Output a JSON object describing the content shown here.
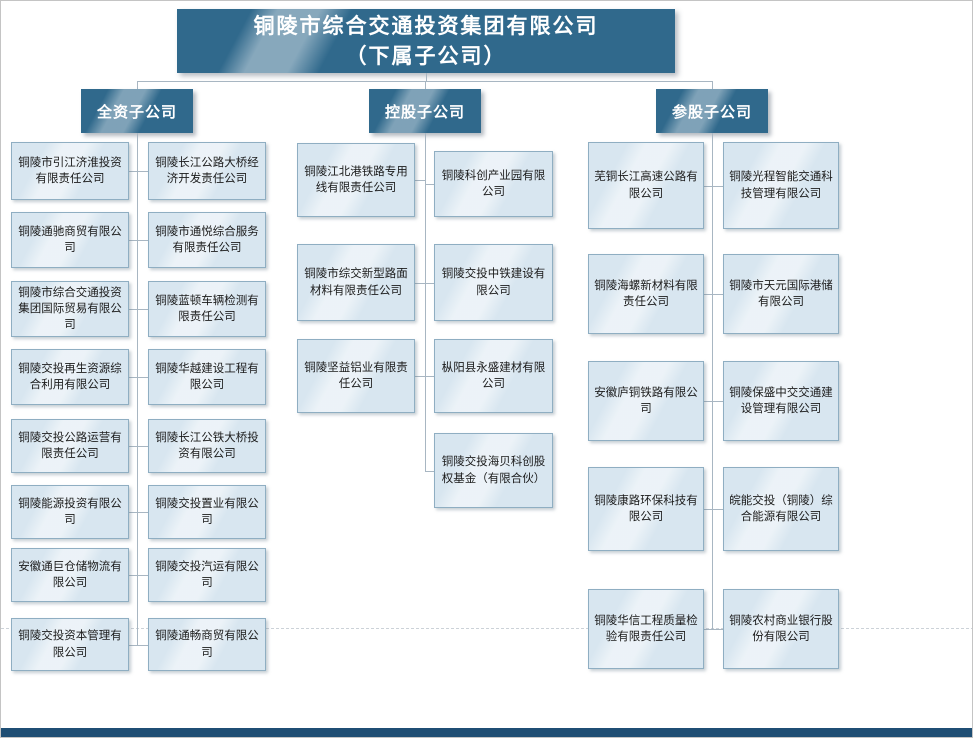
{
  "title": {
    "line1": "铜陵市综合交通投资集团有限公司",
    "line2": "（下属子公司）"
  },
  "groups": [
    {
      "label": "全资子公司",
      "columns": [
        [
          "铜陵市引江济淮投资有限责任公司",
          "铜陵通驰商贸有限公司",
          "铜陵市综合交通投资集团国际贸易有限公司",
          "铜陵交投再生资源综合利用有限公司",
          "铜陵交投公路运营有限责任公司",
          "铜陵能源投资有限公司",
          "安徽通巨仓储物流有限公司",
          "铜陵交投资本管理有限公司"
        ],
        [
          "铜陵长江公路大桥经济开发责任公司",
          "铜陵市通悦综合服务有限责任公司",
          "铜陵蓝顿车辆检测有限责任公司",
          "铜陵华越建设工程有限公司",
          "铜陵长江公铁大桥投资有限公司",
          "铜陵交投置业有限公司",
          "铜陵交投汽运有限公司",
          "铜陵通畅商贸有限公司"
        ]
      ]
    },
    {
      "label": "控股子公司",
      "columns": [
        [
          "铜陵江北港铁路专用线有限责任公司",
          "铜陵市综交新型路面材料有限责任公司",
          "铜陵坚益铝业有限责任公司"
        ],
        [
          "铜陵科创产业园有限公司",
          "铜陵交投中铁建设有限公司",
          "枞阳县永盛建材有限公司",
          "铜陵交投海贝科创股权基金（有限合伙）"
        ]
      ]
    },
    {
      "label": "参股子公司",
      "columns": [
        [
          "芜铜长江高速公路有限公司",
          "铜陵海螺新材料有限责任公司",
          "安徽庐铜铁路有限公司",
          "铜陵康路环保科技有限公司",
          "铜陵华信工程质量检验有限责任公司"
        ],
        [
          "铜陵光程智能交通科技管理有限公司",
          "铜陵市天元国际港储有限公司",
          "铜陵保盛中交交通建设管理有限公司",
          "皖能交投（铜陵）综合能源有限公司",
          "铜陵农村商业银行股份有限公司"
        ]
      ]
    }
  ],
  "colors": {
    "header_fill": "#30698C",
    "box_fill": "#D8E6F0",
    "box_border": "#8FAEC2",
    "connector": "#A8B6C2",
    "bottom_bar": "#1F4E74"
  }
}
